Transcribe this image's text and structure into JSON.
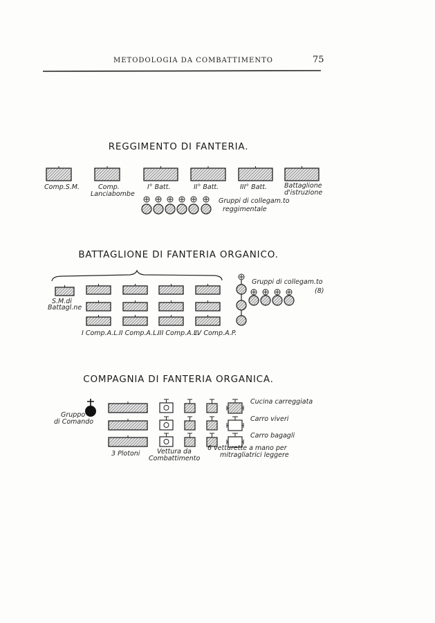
{
  "header": {
    "running_title": "METODOLOGIA DA COMBATTIMENTO",
    "page_number": "75"
  },
  "reggimento": {
    "title": "REGGIMENTO DI FANTERIA.",
    "units": [
      "Comp.S.M.",
      "Comp.",
      "Lanciabombe",
      "I° Batt.",
      "II° Batt.",
      "III° Batt.",
      "Battaglione",
      "d'istruzione"
    ],
    "groups_label": [
      "Gruppi di collegam.to",
      "reggimentale"
    ]
  },
  "battaglione": {
    "title": "BATTAGLIONE DI FANTERIA ORGANICO.",
    "staff_label": [
      "S.M.di",
      "Battagl.ne"
    ],
    "companies": [
      "I Comp.A.L.",
      "II Comp.A.L.",
      "III Comp.A.L.",
      "IV Comp.A.P."
    ],
    "groups_label": [
      "Gruppi di collegam.to",
      "(8)"
    ]
  },
  "compagnia": {
    "title": "COMPAGNIA DI FANTERIA ORGANICA.",
    "command_label": [
      "Gruppo",
      "di Comando"
    ],
    "platoons_label": "3 Plotoni",
    "combat_car_label": [
      "Vettura da",
      "Combattimento"
    ],
    "handcarts_label": [
      "6 vetturette a mano per",
      "mitragliatrici leggere"
    ],
    "wagons": [
      "Cucina carreggiata",
      "Carro viveri",
      "Carro bagagli"
    ]
  }
}
